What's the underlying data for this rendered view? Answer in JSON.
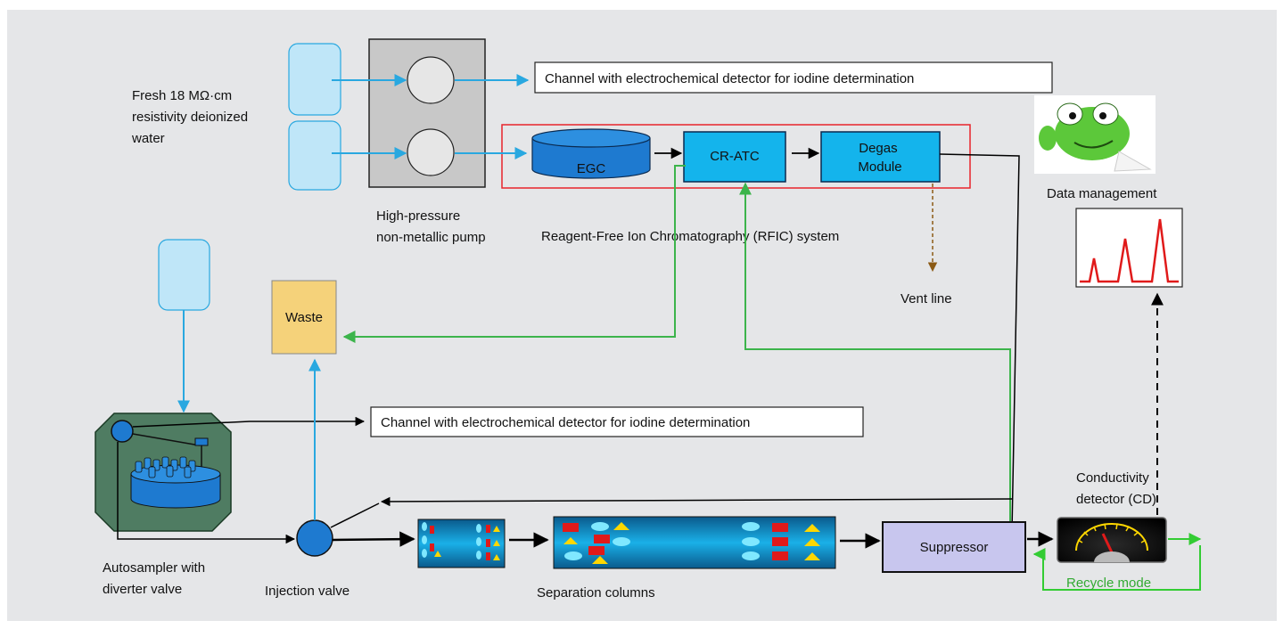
{
  "labels": {
    "water_line1": "Fresh 18 MΩ·cm",
    "water_line2": "resistivity deionized",
    "water_line3": "water",
    "pump_line1": "High-pressure",
    "pump_line2": "non-metallic pump",
    "channel_top": "Channel with electrochemical detector for iodine determination",
    "channel_mid": "Channel with electrochemical detector for iodine determination",
    "egc": "EGC",
    "cratc": "CR-ATC",
    "degas_line1": "Degas",
    "degas_line2": "Module",
    "rfic": "Reagent-Free Ion Chromatography (RFIC) system",
    "vent": "Vent line",
    "data_management": "Data management",
    "waste": "Waste",
    "autosampler_line1": "Autosampler with",
    "autosampler_line2": "diverter valve",
    "injection": "Injection valve",
    "separation": "Separation columns",
    "suppressor": "Suppressor",
    "cd_line1": "Conductivity",
    "cd_line2": "detector (CD)",
    "recycle": "Recycle mode"
  },
  "colors": {
    "background": "#e5e6e8",
    "water_flow": "#29a8e0",
    "waste_flow": "#3cb44b",
    "recycle_flow": "#33cc33",
    "main_flow": "#000000",
    "vent_flow": "#8b5a14",
    "rfic_frame": "#e8242b",
    "module_fill": "#14b4ec",
    "egc_fill": "#1e7ad0",
    "suppressor_fill": "#c8c6ee",
    "waste_fill": "#f5d27a",
    "chromatogram_trace": "#e01a1a"
  },
  "icons": [
    "water-reservoir-icon",
    "pump-head-icon",
    "mascot-icon",
    "chromatogram-icon",
    "autosampler-icon",
    "column-icon",
    "gauge-icon"
  ]
}
